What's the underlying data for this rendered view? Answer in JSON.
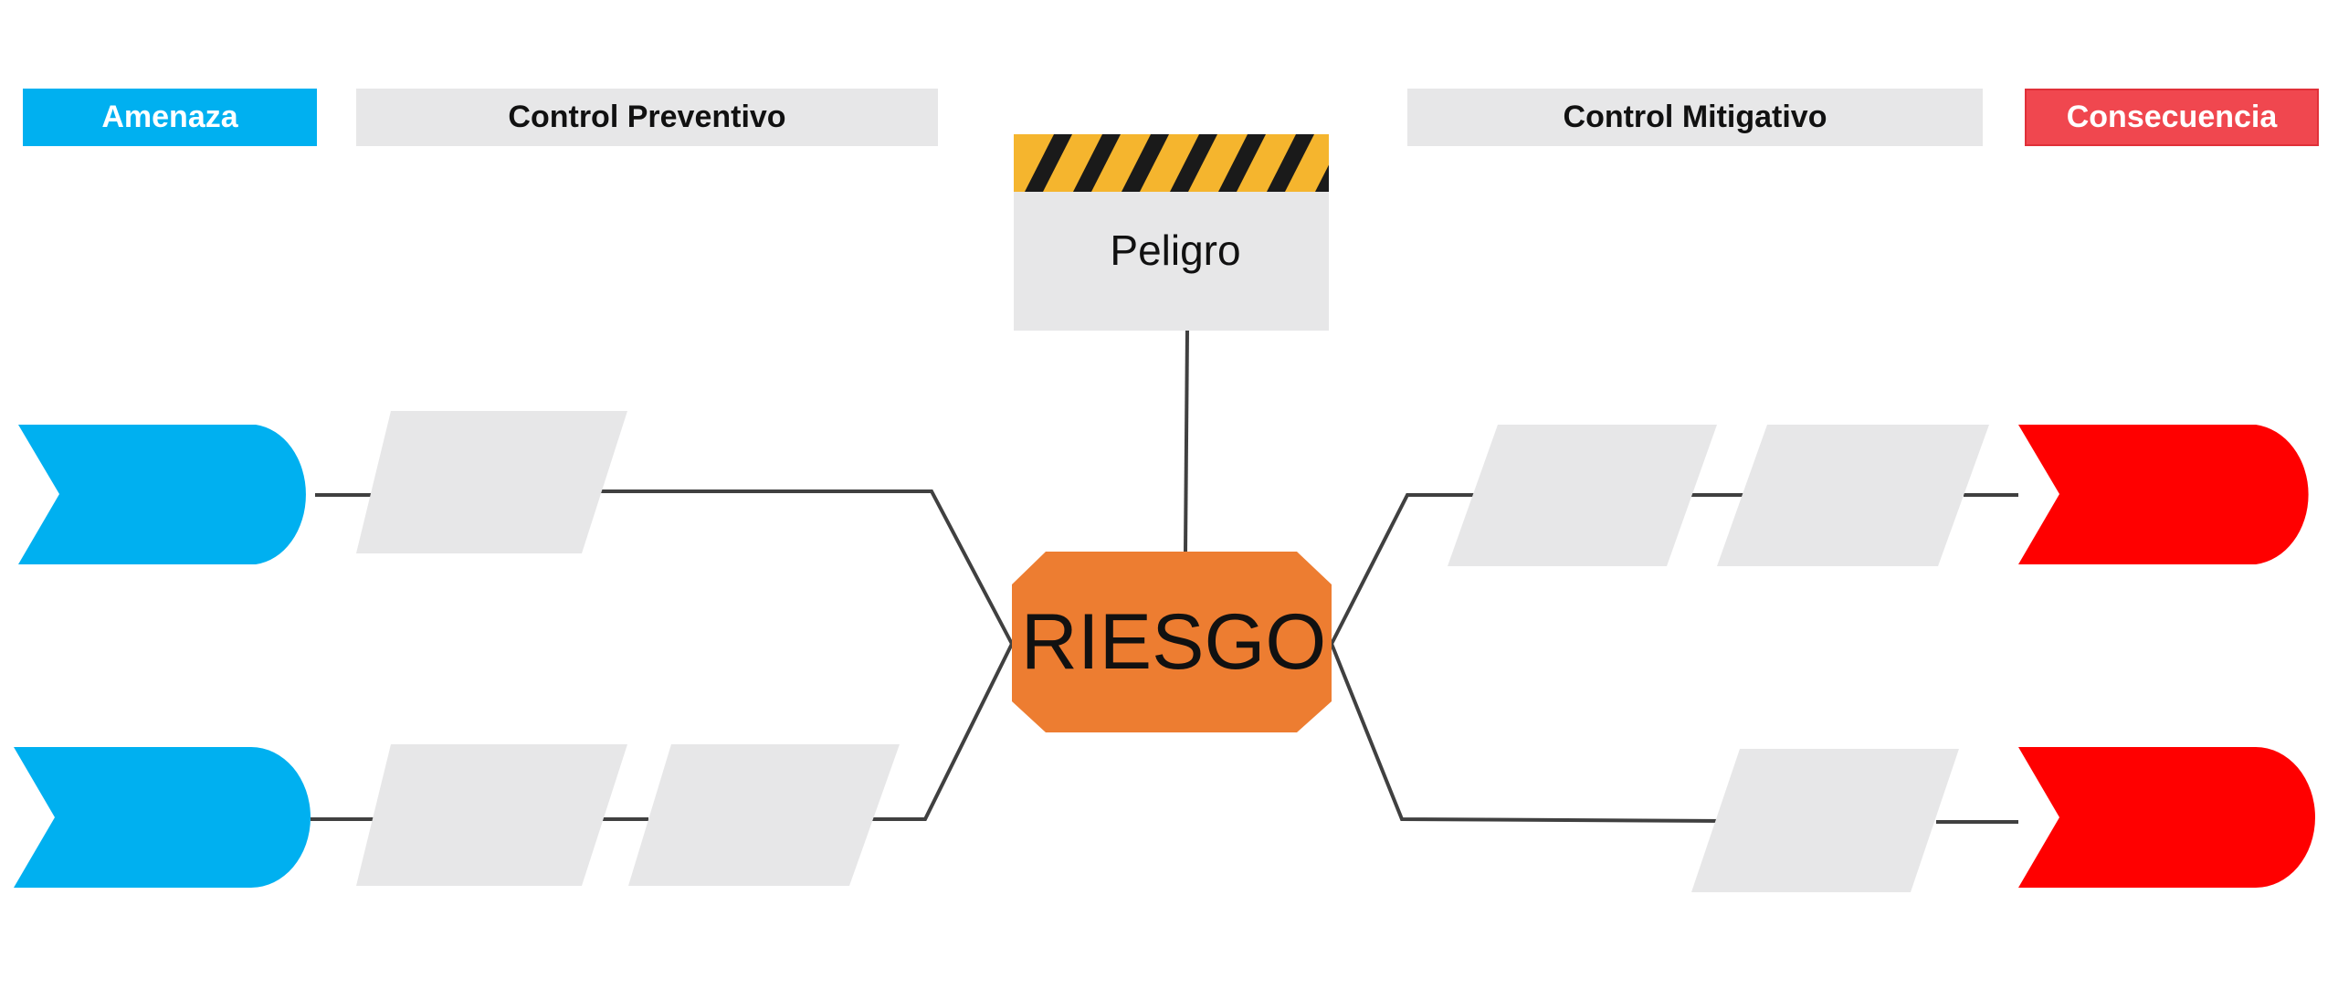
{
  "headers": {
    "amenaza": "Amenaza",
    "control_preventivo": "Control Preventivo",
    "control_mitigativo": "Control Mitigativo",
    "consecuencia": "Consecuencia"
  },
  "hazard": {
    "label": "Peligro"
  },
  "risk": {
    "label": "RIESGO"
  },
  "colors": {
    "amenaza": "#00b0f0",
    "consecuencia": "#ff0000",
    "consecuencia_header": "#f0474f",
    "control_fill": "#e7e7e8",
    "risk": "#ed7d31",
    "hazard_stripe_yellow": "#f5b52e",
    "hazard_stripe_black": "#1a1a1a",
    "connector": "#404040"
  },
  "threats": [
    {
      "name": "threat-1",
      "preventive_controls": 1
    },
    {
      "name": "threat-2",
      "preventive_controls": 2
    }
  ],
  "consequences": [
    {
      "name": "consequence-1",
      "mitigative_controls": 2
    },
    {
      "name": "consequence-2",
      "mitigative_controls": 1
    }
  ]
}
